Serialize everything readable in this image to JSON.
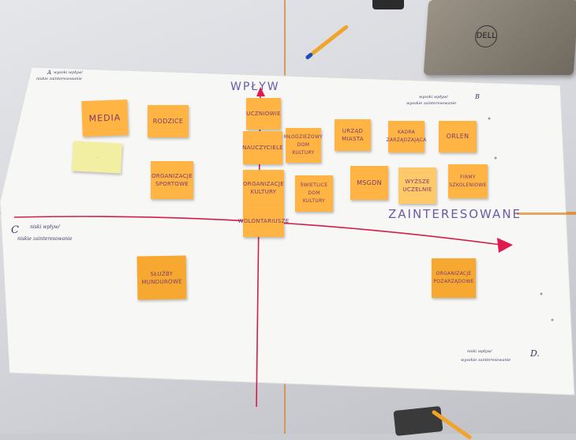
{
  "board": {
    "axis_vertical_label": "WPŁYW",
    "axis_horizontal_label": "ZAINTERESOWANE",
    "quadrants": {
      "a_letter": "A",
      "a_text1": "wysoki wpływ/",
      "a_text2": "niskie zainteresowanie",
      "b_letter": "B",
      "b_text1": "wysoki wpływ/",
      "b_text2": "wysokie zainteresowanie",
      "c_letter": "C",
      "c_text1": "niski wpływ/",
      "c_text2": "niskie zainteresowanie",
      "d_letter": "D.",
      "d_text1": "niski wpływ/",
      "d_text2": "wysokie zainteresowanie"
    },
    "notes": {
      "media": "MEDIA",
      "rodzice": "RODZICE",
      "uczniowie": "UCZNIOWIE",
      "nauczyciele": "NAUCZYCIELE",
      "mlodziezowy_dom_kultury_1": "MŁODZIEŻOWY",
      "mlodziezowy_dom_kultury_2": "DOM",
      "mlodziezowy_dom_kultury_3": "KULTURY",
      "urzad_miasta_1": "URZĄD",
      "urzad_miasta_2": "MIASTA",
      "kadra_1": "KADRA",
      "kadra_2": "ZARZĄDZAJĄCA",
      "orlen": "ORLEN",
      "organizacje_sportowe_1": "ORGANIZACJE",
      "organizacje_sportowe_2": "SPORTOWE",
      "organizacje_kultury_1": "ORGANIZACJE",
      "organizacje_kultury_2": "KULTURY",
      "swietlice_1": "ŚWIETLICE",
      "swietlice_2": "DOM",
      "swietlice_3": "KULTURY",
      "msgdn": "MSGDN",
      "wyzsze_1": "WYŻSZE",
      "wyzsze_2": "UCZELNIE",
      "firmy_1": "FIRMY",
      "firmy_2": "SZKOLENIOWE",
      "wolontariusze": "WOLONTARIUSZE",
      "sluzby_1": "SŁUŻBY",
      "sluzby_2": "MUNDUROWE",
      "organizacje_pozarzadowe_1": "ORGANIZACJE",
      "organizacje_pozarzadowe_2": "POZARZĄDOWE",
      "pale_note": "..."
    },
    "laptop_logo": "DELL"
  }
}
